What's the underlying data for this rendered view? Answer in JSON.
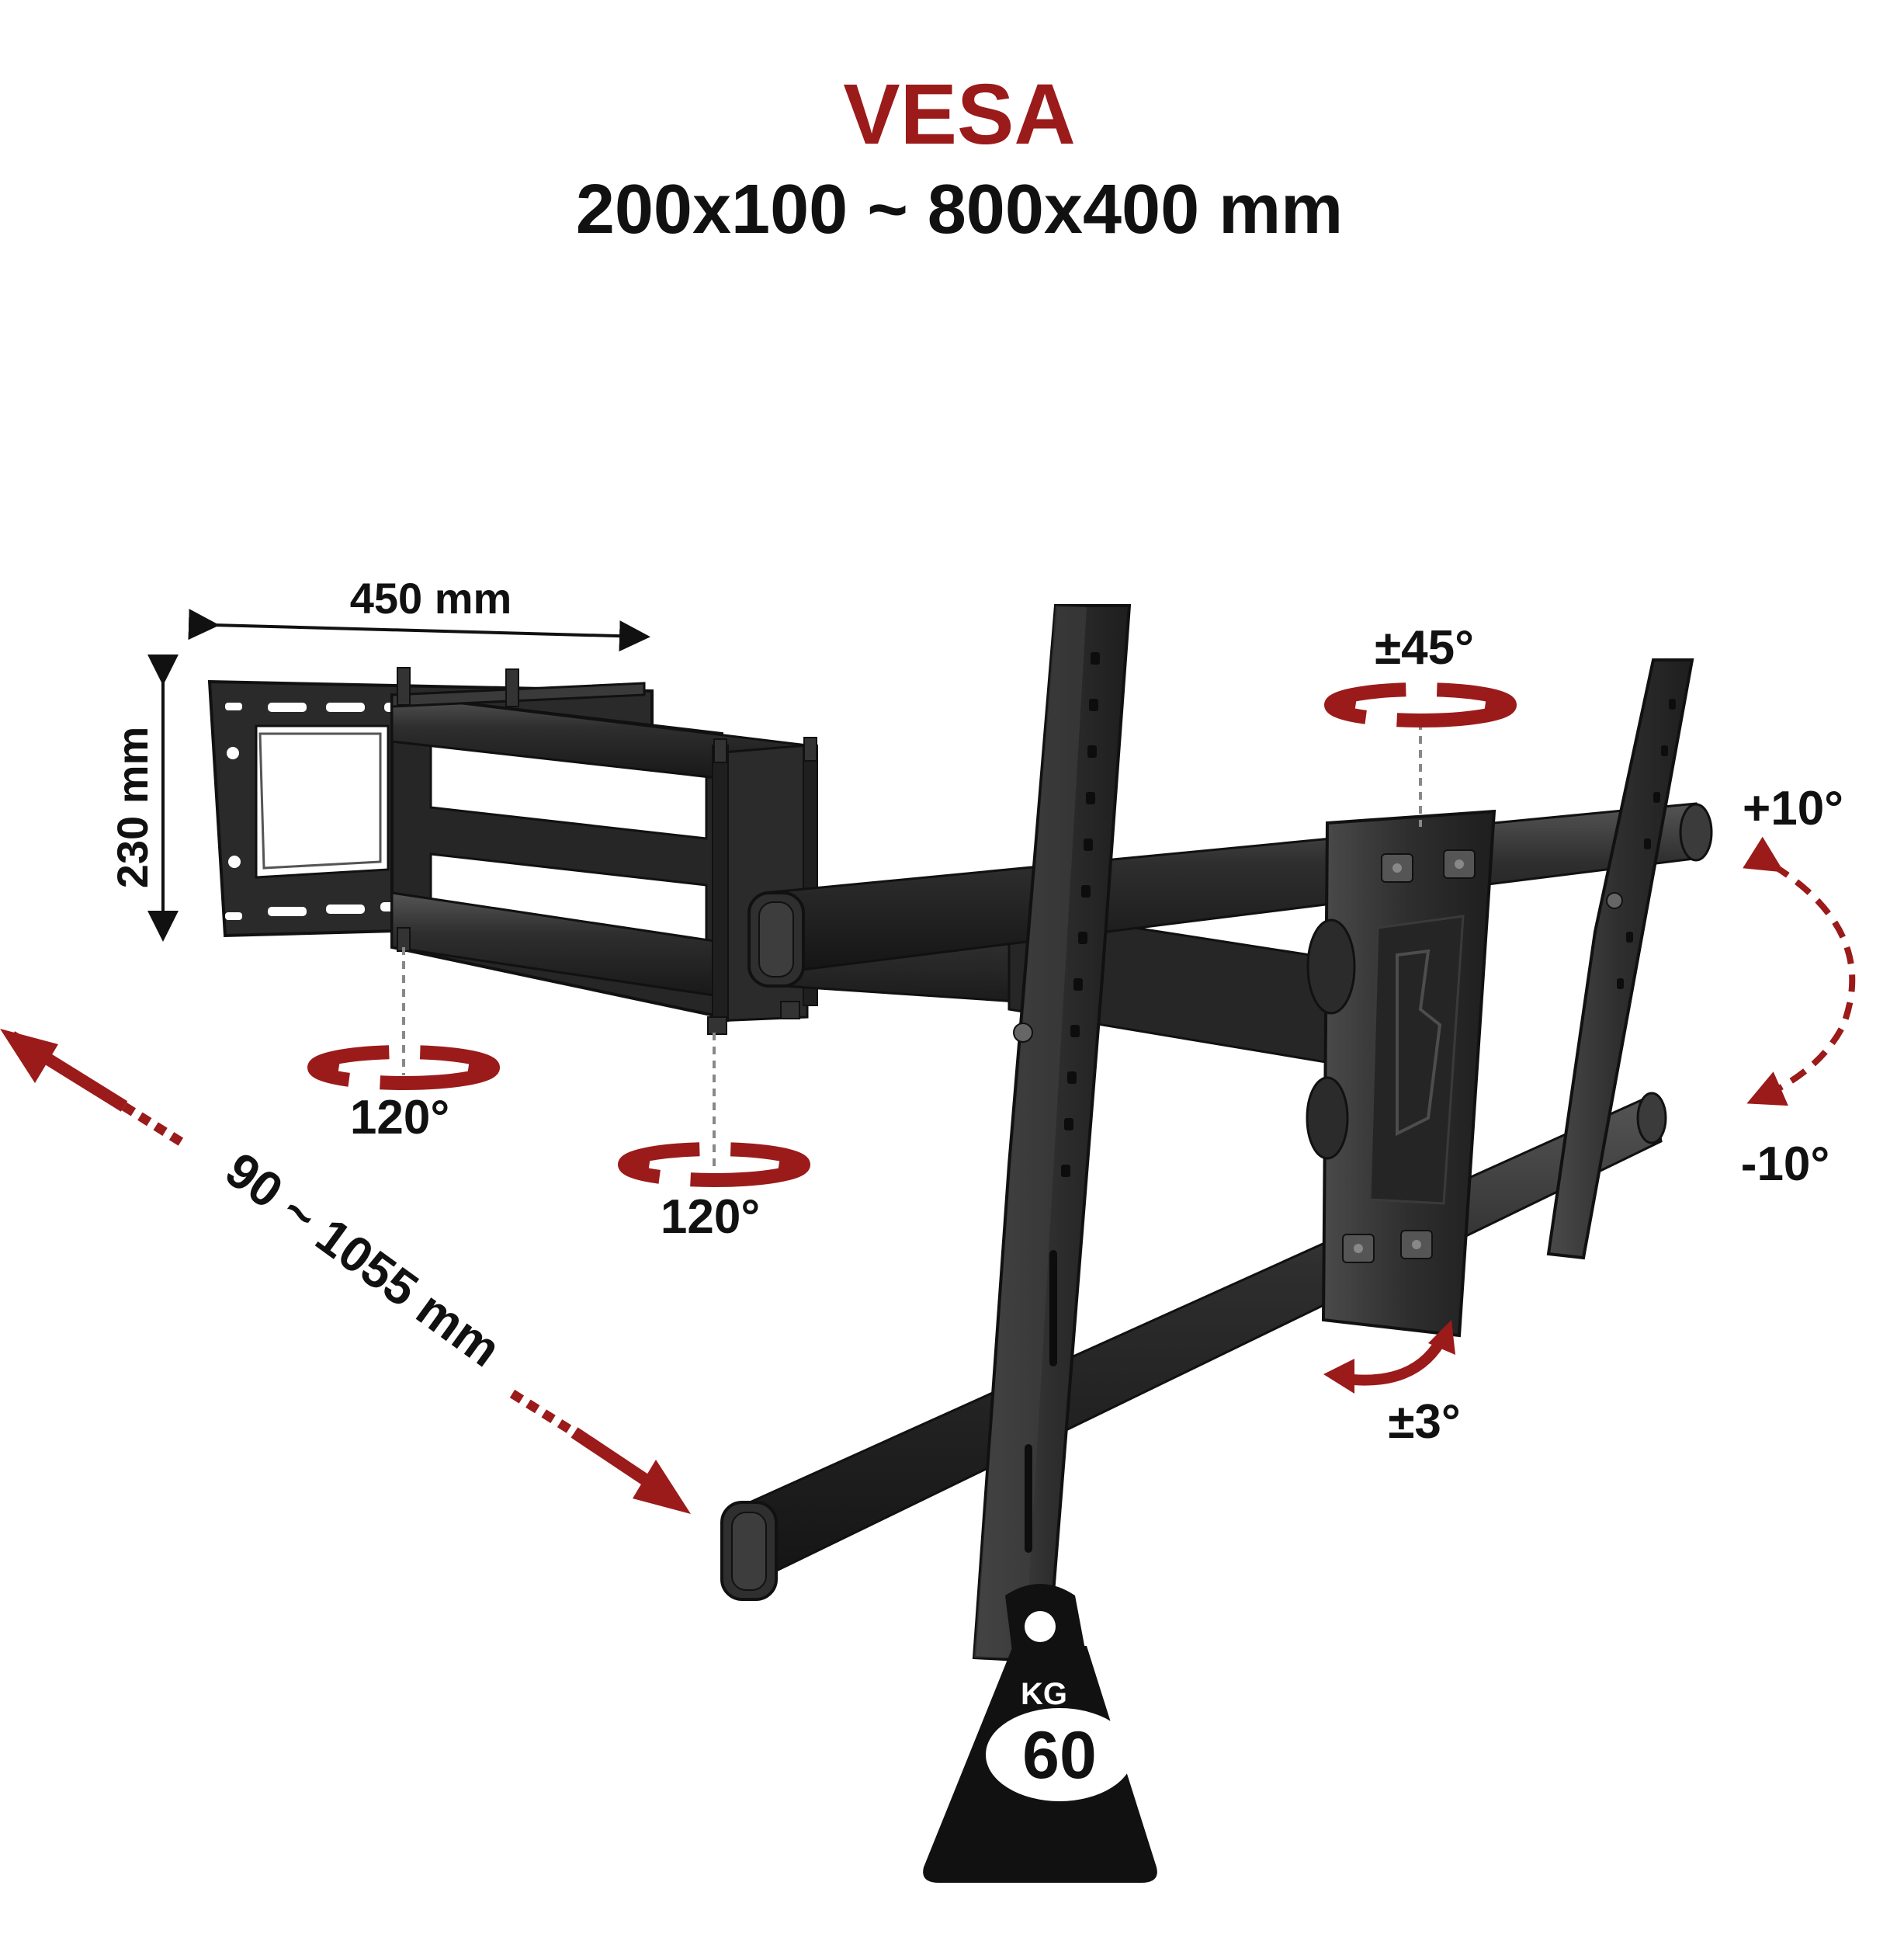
{
  "title": "VESA",
  "subtitle": "200x100 ~ 800x400 mm",
  "dimensions": {
    "width": "450 mm",
    "height": "230 mm",
    "extension": "90 ~ 1055 mm"
  },
  "rotations": {
    "swivel_joint_1": "120°",
    "swivel_joint_2": "120°",
    "head_swivel": "±45°",
    "tilt_up": "+10°",
    "tilt_down": "-10°",
    "level_adjust": "±3°"
  },
  "load": {
    "unit": "KG",
    "value": "60"
  },
  "colors": {
    "accent": "#9b1a1a",
    "text": "#111111",
    "metal": "#2b2b2b",
    "metal_edge": "#4a4a4a",
    "metal_dark": "#141414"
  },
  "icons": [
    "rotation-arrow-icon",
    "weight-icon",
    "double-arrow-icon",
    "tilt-arrow-icon"
  ]
}
